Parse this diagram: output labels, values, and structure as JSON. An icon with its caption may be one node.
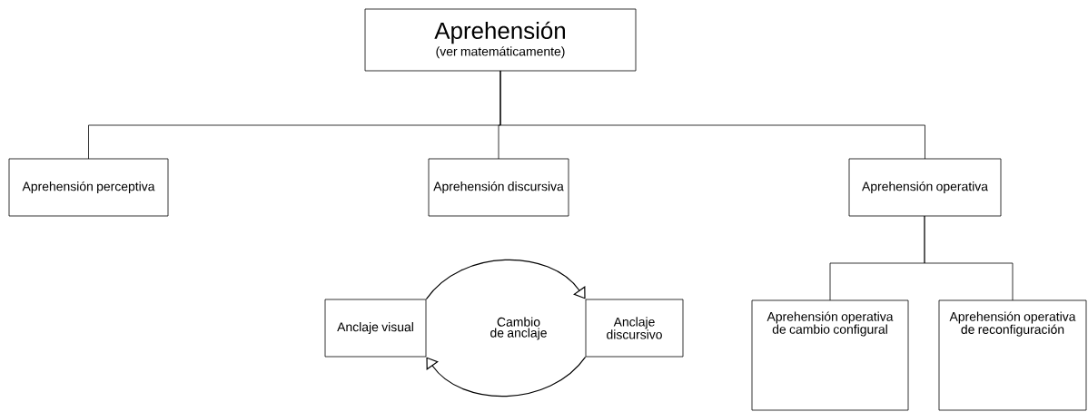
{
  "diagram": {
    "nodes": [
      {
        "text": [
          "Aprehensión",
          "(ver matemáticamente)"
        ]
      },
      {
        "text": [
          "Aprehensión perceptiva"
        ]
      },
      {
        "text": [
          "Aprehensión discursiva"
        ]
      },
      {
        "text": [
          "Aprehensión operativa"
        ]
      },
      {
        "text": [
          "Anclaje visual"
        ]
      },
      {
        "text": [
          "Anclaje discursivo"
        ]
      },
      {
        "text": [
          "Aprehensión operativa de cambio configural"
        ]
      },
      {
        "text": [
          "Aprehensión operativa de reconfiguración"
        ]
      }
    ],
    "edges": [
      {
        "from": 0,
        "to": 1,
        "arrow": "none"
      },
      {
        "from": 0,
        "to": 2,
        "arrow": "none"
      },
      {
        "from": 0,
        "to": 3,
        "arrow": "none"
      },
      {
        "from": 3,
        "to": 6,
        "arrow": "none"
      },
      {
        "from": 3,
        "to": 7,
        "arrow": "none"
      },
      {
        "from": 4,
        "to": 5,
        "arrow": "to"
      },
      {
        "from": 5,
        "to": 4,
        "arrow": "to"
      }
    ],
    "labels": [
      "Cambio de anclaje"
    ]
  }
}
